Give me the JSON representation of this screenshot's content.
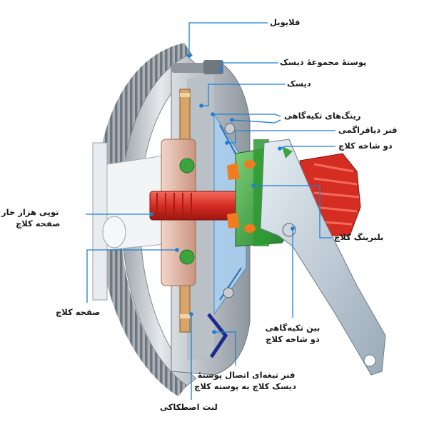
{
  "labels": {
    "flywheel": "فلایویل",
    "cover": "پوستهٔ مجموعهٔ دیسک",
    "disc": "دیسک",
    "rings": "رینگ‌های تکیه‌گاهی",
    "spring": "فنر دیافراگمی",
    "fork": "دو شاخه کلاچ",
    "bearing": "بلبرینگ کلاچ",
    "hub_line1": "توپی هزار خار",
    "hub_line2": "صفحه کلاچ",
    "plate": "صفحه کلاچ",
    "pivot_line1": "بین تکیه‌گاهی",
    "pivot_line2": "دو شاخه کلاچ",
    "strap_line1": "فنر تیغه‌ای اتصال پوستهٔ",
    "strap_line2": "دیسک کلاچ به پوسته کلاچ",
    "lining": "لنت اصطکاکی"
  },
  "colors": {
    "leader": "#1e7fd6",
    "flywheel": "#c9cdd1",
    "hub": "#e4473c",
    "bearing": "#3aa53c",
    "disc_lining": "#d7a46a",
    "fork": "#b8c7d4"
  }
}
